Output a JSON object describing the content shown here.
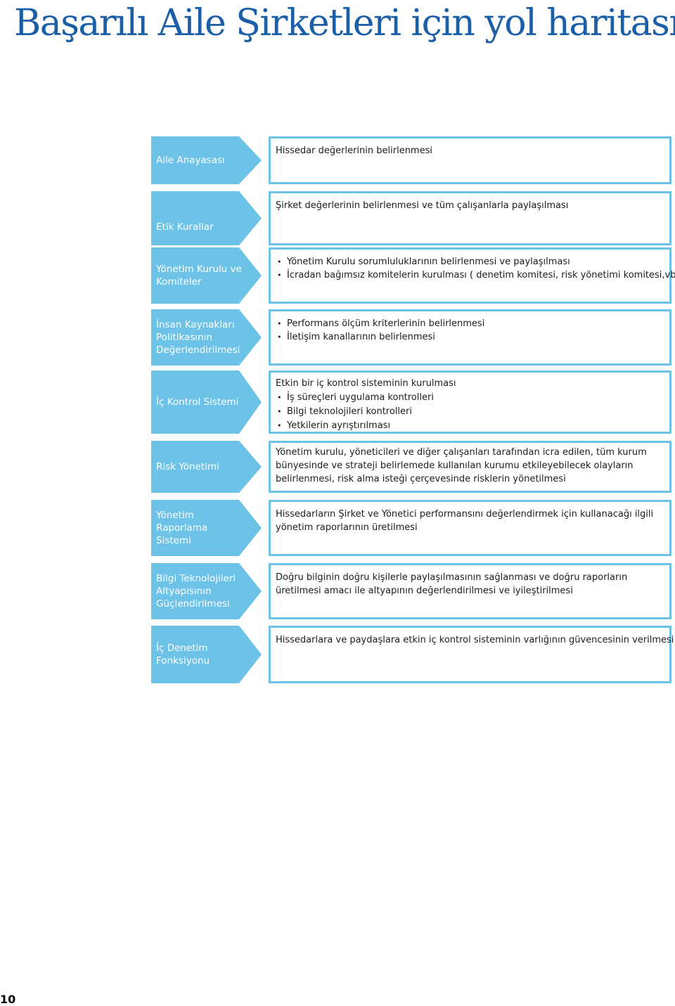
{
  "title": "Başarılı Aile Şirketleri için yol haritası",
  "page_number": "10",
  "rows": [
    {
      "label": "Aile Anayasası",
      "intro": "Hissedar değerlerinin belirlenmesi",
      "bullets": [],
      "paragraph": ""
    },
    {
      "label": "Etik Kurallar",
      "intro": "Şirket değerlerinin belirlenmesi ve tüm çalışanlarla paylaşılması",
      "bullets": [],
      "paragraph": ""
    },
    {
      "label": "Yönetim Kurulu ve Komiteler",
      "intro": "",
      "bullets": [
        "Yönetim Kurulu sorumluluklarının belirlenmesi ve paylaşılması",
        "İcradan bağımsız komitelerin kurulması ( denetim komitesi, risk yönetimi komitesi,vb)"
      ],
      "paragraph": ""
    },
    {
      "label": "İnsan Kaynakları Politikasının Değerlendirilmesi",
      "intro": "",
      "bullets": [
        "Performans ölçüm kriterlerinin belirlenmesi",
        "İletişim kanallarının belirlenmesi"
      ],
      "paragraph": ""
    },
    {
      "label": "İç Kontrol Sistemi",
      "intro": "Etkin bir iç kontrol sisteminin kurulması",
      "bullets": [
        "İş süreçleri uygulama kontrolleri",
        "Bilgi teknolojileri kontrolleri",
        "Yetkilerin ayrıştırılması"
      ],
      "paragraph": ""
    },
    {
      "label": "Risk Yönetimi",
      "intro": "",
      "bullets": [],
      "paragraph": "Yönetim kurulu, yöneticileri ve diğer çalışanları tarafından icra edilen, tüm kurum bünyesinde ve strateji belirlemede kullanılan kurumu etkileyebilecek olayların belirlenmesi, risk alma isteği çerçevesinde risklerin yönetilmesi"
    },
    {
      "label": "Yönetim Raporlama Sistemi",
      "intro": "",
      "bullets": [],
      "paragraph": "Hissedarların Şirket ve Yönetici performansını değerlendirmek için kullanacağı ilgili yönetim raporlarının üretilmesi"
    },
    {
      "label": "Bilgi Teknolojileri Altyapısının Güçlendirilmesi",
      "intro": "",
      "bullets": [],
      "paragraph": "Doğru bilginin doğru kişilerle paylaşılmasının sağlanması ve doğru raporların üretilmesi amacı ile altyapının değerlendirilmesi ve iyileştirilmesi"
    },
    {
      "label": "İç Denetim Fonksiyonu",
      "intro": "Hissedarlara ve paydaşlara etkin iç kontrol sisteminin varlığının güvencesinin verilmesi",
      "bullets": [],
      "paragraph": ""
    }
  ],
  "colors": {
    "title": "#1a5fa8",
    "chevron": "#6dc2e7",
    "border": "#6dc2e7"
  }
}
